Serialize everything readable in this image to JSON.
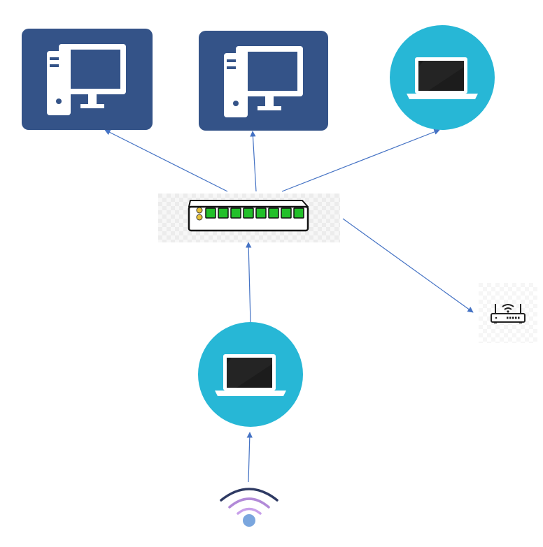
{
  "diagram": {
    "nodes": [
      {
        "id": "desktop-1",
        "kind": "desktop-computer-icon"
      },
      {
        "id": "desktop-2",
        "kind": "desktop-computer-icon"
      },
      {
        "id": "laptop-top",
        "kind": "laptop-icon"
      },
      {
        "id": "network-switch",
        "kind": "network-switch-icon",
        "port_count": 8
      },
      {
        "id": "wifi-router",
        "kind": "wifi-router-icon"
      },
      {
        "id": "laptop-bottom",
        "kind": "laptop-icon"
      },
      {
        "id": "wifi-signal",
        "kind": "wifi-signal-icon"
      }
    ],
    "edges": [
      {
        "from": "network-switch",
        "to": "desktop-1"
      },
      {
        "from": "network-switch",
        "to": "desktop-2"
      },
      {
        "from": "network-switch",
        "to": "laptop-top"
      },
      {
        "from": "network-switch",
        "to": "wifi-router"
      },
      {
        "from": "laptop-bottom",
        "to": "network-switch"
      },
      {
        "from": "wifi-signal",
        "to": "laptop-bottom"
      }
    ]
  },
  "colors": {
    "desktop_tile": "#345388",
    "laptop_circle": "#27b7d6",
    "edge": "#4472c4",
    "switch_port": "#22c02a",
    "switch_led": "#e8c23a",
    "wifi_outer": "#2e3a63",
    "wifi_inner": "#b28ad8",
    "wifi_dot": "#7aa6de"
  }
}
